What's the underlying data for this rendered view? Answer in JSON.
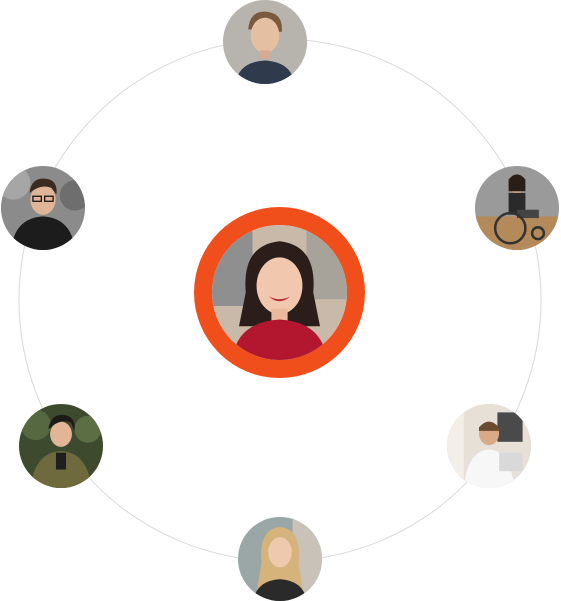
{
  "theme": {
    "accent": "#f04e1a",
    "orbit_line": "#d9d9d9"
  },
  "center_avatar": {
    "icon": "smiling-woman-red-sweater-photo"
  },
  "orbit_avatars": [
    {
      "icon": "man-grey-background-photo"
    },
    {
      "icon": "woman-wheelchair-photo"
    },
    {
      "icon": "man-on-phone-office-photo"
    },
    {
      "icon": "blonde-woman-photo"
    },
    {
      "icon": "person-green-jacket-photo"
    },
    {
      "icon": "man-glasses-black-hoodie-photo"
    }
  ]
}
